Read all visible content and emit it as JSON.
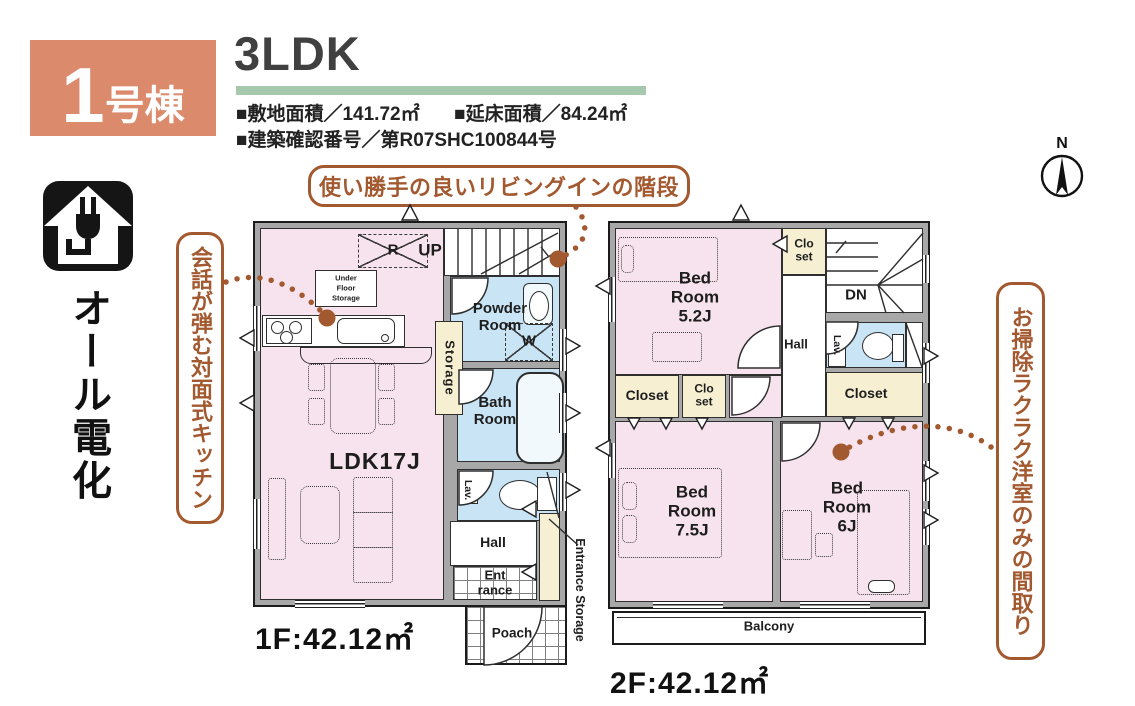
{
  "header": {
    "badge_number": "1",
    "badge_suffix": "号棟",
    "plan_type": "3LDK",
    "site_area": "■敷地面積／141.72㎡",
    "floor_area": "■延床面積／84.24㎡",
    "permit_number": "■建築確認番号／第R07SHC100844号"
  },
  "side": {
    "all_electric": "オール電化"
  },
  "callouts": {
    "stairs": "使い勝手の良いリビングインの階段",
    "kitchen": "会話が弾む対面式キッチン",
    "cleaning": "お掃除ラクラク洋室のみの間取り"
  },
  "compass": {
    "north": "N"
  },
  "floor1": {
    "area_label": "1F:42.12㎡",
    "ldk": "LDK17J",
    "up": "UP",
    "fridge": "R",
    "under_floor": "Under\nFloor\nStorage",
    "powder": "Powder\nRoom",
    "washer": "W",
    "storage": "Storage",
    "bath": "Bath\nRoom",
    "lav": "Lav.",
    "hall": "Hall",
    "entrance": "Ent\nrance",
    "entrance_storage": "Entrance Storage",
    "porch": "Poach"
  },
  "floor2": {
    "area_label": "2F:42.12㎡",
    "bed_5_2": "Bed\nRoom\n5.2J",
    "bed_7_5": "Bed\nRoom\n7.5J",
    "bed_6": "Bed\nRoom\n6J",
    "closet_top": "Clo\nset",
    "closet_left": "Closet",
    "closet_mid": "Clo\nset",
    "closet_right": "Closet",
    "hall": "Hall",
    "lav": "Lav.",
    "down": "DN",
    "balcony": "Balcony"
  },
  "colors": {
    "badge": "#DC8A6C",
    "green_bar": "#A6C8AD",
    "annotation_brown": "#A3592F",
    "room_pink": "#F7E3EE",
    "room_blue": "#C9E4F4",
    "room_cream": "#F6EFD2",
    "wall_gray": "#A8A8A8"
  }
}
